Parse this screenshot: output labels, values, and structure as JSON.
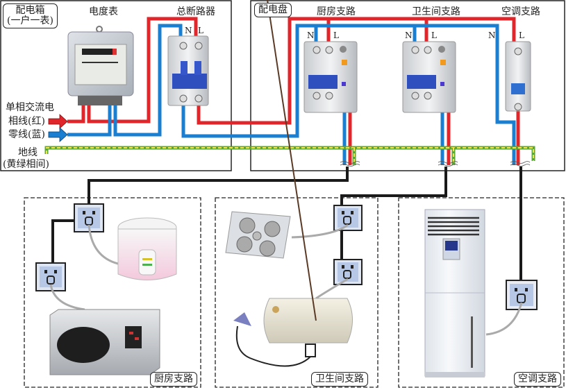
{
  "title": "家庭配电线路示意图",
  "distribution_box": {
    "label_line1": "配电箱",
    "label_line2": "(一户一表)",
    "meter_label": "电度表",
    "main_breaker_label": "总断路器",
    "main_breaker_terminals": [
      "N",
      "L"
    ]
  },
  "input_legend": {
    "heading": "单相交流电",
    "live_wire": "相线(红)",
    "neutral_wire": "零线(蓝)",
    "ground_line1": "地线",
    "ground_line2": "(黄绿相间)"
  },
  "distribution_panel": {
    "label": "配电盘",
    "branches": [
      {
        "name": "厨房支路",
        "terminals": [
          "N",
          "L"
        ],
        "breaker_type": "2P leakage breaker"
      },
      {
        "name": "卫生间支路",
        "terminals": [
          "N",
          "L"
        ],
        "breaker_type": "2P leakage breaker"
      },
      {
        "name": "空调支路",
        "terminals": [
          "N",
          "L"
        ],
        "breaker_type": "1P breaker"
      }
    ]
  },
  "circuits": [
    {
      "label": "厨房支路",
      "appliances": [
        "电饭锅",
        "微波炉"
      ],
      "sockets": 2
    },
    {
      "label": "卫生间支路",
      "appliances": [
        "浴霸",
        "电热水器"
      ],
      "sockets": 2
    },
    {
      "label": "空调支路",
      "appliances": [
        "柜式空调"
      ],
      "sockets": 1
    }
  ],
  "colors": {
    "live": "#e0262a",
    "neutral": "#1a7fd0",
    "ground_yellow": "#f2e64a",
    "ground_green": "#5aa832",
    "cable": "#1a1a1a",
    "frame": "#222222"
  }
}
